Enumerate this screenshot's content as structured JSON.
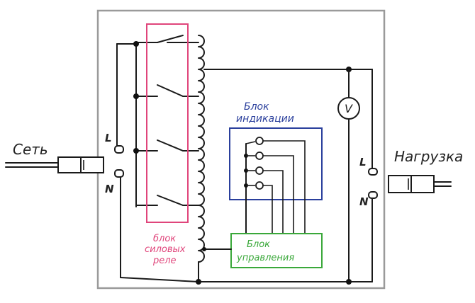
{
  "labels": {
    "network": "Сеть",
    "load": "Нагрузка",
    "L": "L",
    "N": "N",
    "relay_block_line1": "блок",
    "relay_block_line2": "силовых",
    "relay_block_line3": "реле",
    "indication_block_line1": "Блок",
    "indication_block_line2": "индикации",
    "control_block_line1": "Блок",
    "control_block_line2": "управления",
    "voltmeter": "V"
  },
  "colors": {
    "relay_block": "#e0457b",
    "indication_block": "#2a3f9c",
    "control_block": "#3aa83a",
    "housing": "#9a9a9a",
    "wires": "#1a1a1a"
  }
}
